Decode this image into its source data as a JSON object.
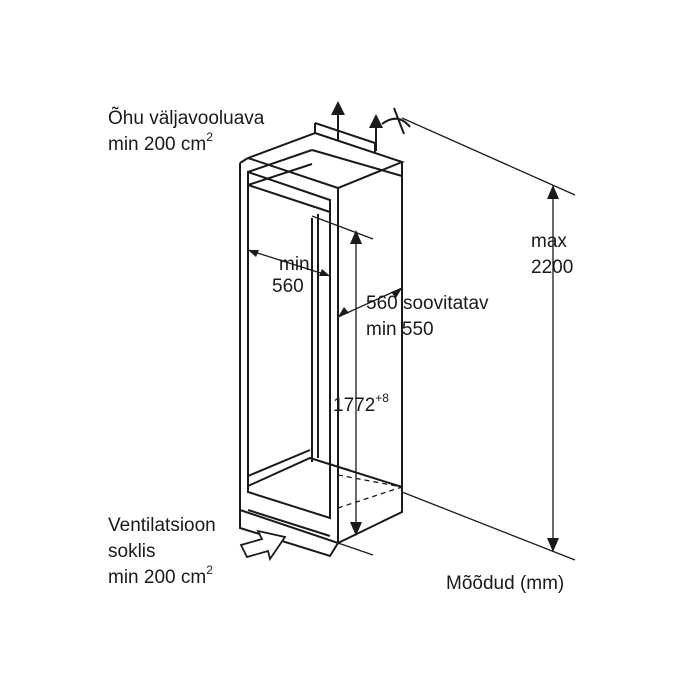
{
  "labels": {
    "air_outlet_line1": "Õhu väljavooluava",
    "air_outlet_line2": "min 200 cm",
    "air_outlet_sup": "2",
    "max_line1": "max",
    "max_line2": "2200",
    "min_width_line1": "min",
    "min_width_line2": "560",
    "depth_line1": "560 soovitatav",
    "depth_line2": "min 550",
    "height_value": "1772",
    "height_sup": "+8",
    "vent_line1": "Ventilatsioon",
    "vent_line2": "soklis",
    "vent_line3": "min 200 cm",
    "vent_sup": "2",
    "units": "Mõõdud (mm)"
  }
}
